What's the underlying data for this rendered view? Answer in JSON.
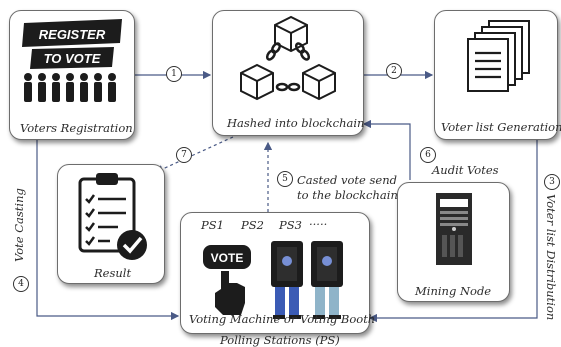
{
  "register_sign": {
    "line1": "REGISTER",
    "line2": "TO VOTE"
  },
  "nodes": {
    "voters_registration": "Voters Registration",
    "hashed": "Hashed into blockchain",
    "voter_list_generation": "Voter list Generation",
    "result": "Result",
    "mining_node": "Mining Node",
    "voting_machine": "Voting Machine or Voting Booth",
    "polling_stations": "Polling Stations (PS)"
  },
  "booths": {
    "ps1": "PS1",
    "ps2": "PS2",
    "ps3": "PS3",
    "more": "....."
  },
  "vote_button": "VOTE",
  "edges": {
    "e1": "1",
    "e2": "2",
    "e3": "3",
    "e4": "4",
    "e5": "5",
    "e6": "6",
    "e7": "7",
    "casted_line1": "Casted vote send",
    "casted_line2": "to the blockchain",
    "audit": "Audit Votes",
    "vote_casting": "Vote Casting",
    "voter_list_distribution": "Voter list Distribution"
  },
  "colors": {
    "arrow": "#4a5a86",
    "box_border": "#6d6d6d",
    "icon": "#1c1c1c"
  }
}
